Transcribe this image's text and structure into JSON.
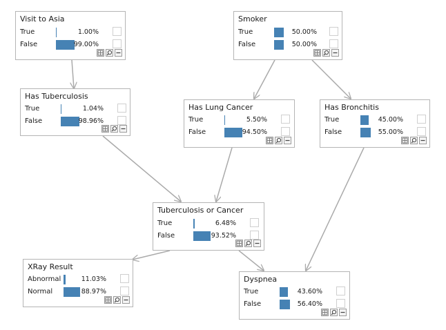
{
  "colors": {
    "bar": "#4682b4",
    "edge": "#aaaaaa",
    "border": "#b4b4b4"
  },
  "nodes": [
    {
      "title": "Visit to Asia",
      "states": [
        {
          "label": "True",
          "value": 1.0,
          "text": "1.00%"
        },
        {
          "label": "False",
          "value": 99.0,
          "text": "99.00%"
        }
      ]
    },
    {
      "title": "Smoker",
      "states": [
        {
          "label": "True",
          "value": 50.0,
          "text": "50.00%"
        },
        {
          "label": "False",
          "value": 50.0,
          "text": "50.00%"
        }
      ]
    },
    {
      "title": "Has Tuberculosis",
      "states": [
        {
          "label": "True",
          "value": 1.04,
          "text": "1.04%"
        },
        {
          "label": "False",
          "value": 98.96,
          "text": "98.96%"
        }
      ]
    },
    {
      "title": "Has Lung Cancer",
      "states": [
        {
          "label": "True",
          "value": 5.5,
          "text": "5.50%"
        },
        {
          "label": "False",
          "value": 94.5,
          "text": "94.50%"
        }
      ]
    },
    {
      "title": "Has Bronchitis",
      "states": [
        {
          "label": "True",
          "value": 45.0,
          "text": "45.00%"
        },
        {
          "label": "False",
          "value": 55.0,
          "text": "55.00%"
        }
      ]
    },
    {
      "title": "Tuberculosis or Cancer",
      "states": [
        {
          "label": "True",
          "value": 6.48,
          "text": "6.48%"
        },
        {
          "label": "False",
          "value": 93.52,
          "text": "93.52%"
        }
      ]
    },
    {
      "title": "XRay Result",
      "states": [
        {
          "label": "Abnormal",
          "value": 11.03,
          "text": "11.03%"
        },
        {
          "label": "Normal",
          "value": 88.97,
          "text": "88.97%"
        }
      ]
    },
    {
      "title": "Dyspnea",
      "states": [
        {
          "label": "True",
          "value": 43.6,
          "text": "43.60%"
        },
        {
          "label": "False",
          "value": 56.4,
          "text": "56.40%"
        }
      ]
    }
  ],
  "edges": [
    {
      "from": "Visit to Asia",
      "to": "Has Tuberculosis"
    },
    {
      "from": "Smoker",
      "to": "Has Lung Cancer"
    },
    {
      "from": "Smoker",
      "to": "Has Bronchitis"
    },
    {
      "from": "Has Tuberculosis",
      "to": "Tuberculosis or Cancer"
    },
    {
      "from": "Has Lung Cancer",
      "to": "Tuberculosis or Cancer"
    },
    {
      "from": "Has Bronchitis",
      "to": "Dyspnea"
    },
    {
      "from": "Tuberculosis or Cancer",
      "to": "XRay Result"
    },
    {
      "from": "Tuberculosis or Cancer",
      "to": "Dyspnea"
    }
  ]
}
